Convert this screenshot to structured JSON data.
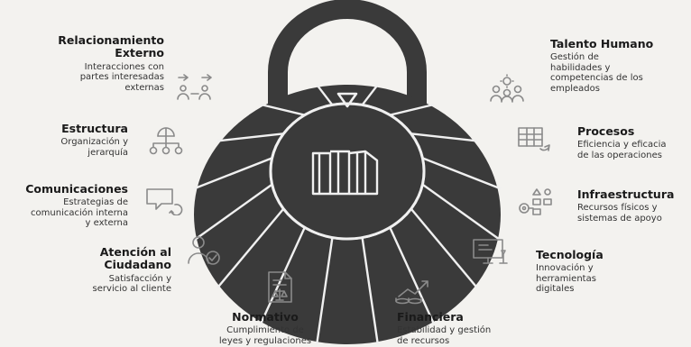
{
  "dimensions": [
    {
      "key": "relacionamiento",
      "title": "Relacionamiento\nExterno",
      "desc": "Interacciones con\npartes interesadas\nexternas",
      "icon": "people-exchange-icon"
    },
    {
      "key": "talento",
      "title": "Talento Humano",
      "desc": "Gestión de\nhabilidades y\ncompetencias de los\nempleados",
      "icon": "people-settings-icon"
    },
    {
      "key": "estructura",
      "title": "Estructura",
      "desc": "Organización y\njerarquía",
      "icon": "org-chart-icon"
    },
    {
      "key": "procesos",
      "title": "Procesos",
      "desc": "Eficiencia y eficacia\nde las operaciones",
      "icon": "process-table-icon"
    },
    {
      "key": "comunicaciones",
      "title": "Comunicaciones",
      "desc": "Estrategias de\ncomunicación interna\ny externa",
      "icon": "chat-bubble-icon"
    },
    {
      "key": "infraestructura",
      "title": "Infraestructura",
      "desc": "Recursos físicos y\nsistemas de apoyo",
      "icon": "infrastructure-icon"
    },
    {
      "key": "atencion",
      "title": "Atención al\nCiudadano",
      "desc": "Satisfacción y\nservicio al cliente",
      "icon": "person-check-icon"
    },
    {
      "key": "tecnologia",
      "title": "Tecnología",
      "desc": "Innovación y\nherramientas\ndigitales",
      "icon": "monitor-icon"
    },
    {
      "key": "normativo",
      "title": "Normativo",
      "desc": "Cumplimiento de\nleyes y regulaciones",
      "icon": "document-scale-icon"
    },
    {
      "key": "financiera",
      "title": "Financiera",
      "desc": "Estabilidad y gestión\nde recursos",
      "icon": "money-growth-icon"
    }
  ],
  "lock": {
    "body_color": "#3a3a3a",
    "line_color": "#f2f2f2",
    "shackle_color": "#3a3a3a",
    "center_logo": "building-logo"
  },
  "colors": {
    "background": "#f3f2ef",
    "text": "#1e1e1e",
    "icon": "#8a8a8a"
  }
}
